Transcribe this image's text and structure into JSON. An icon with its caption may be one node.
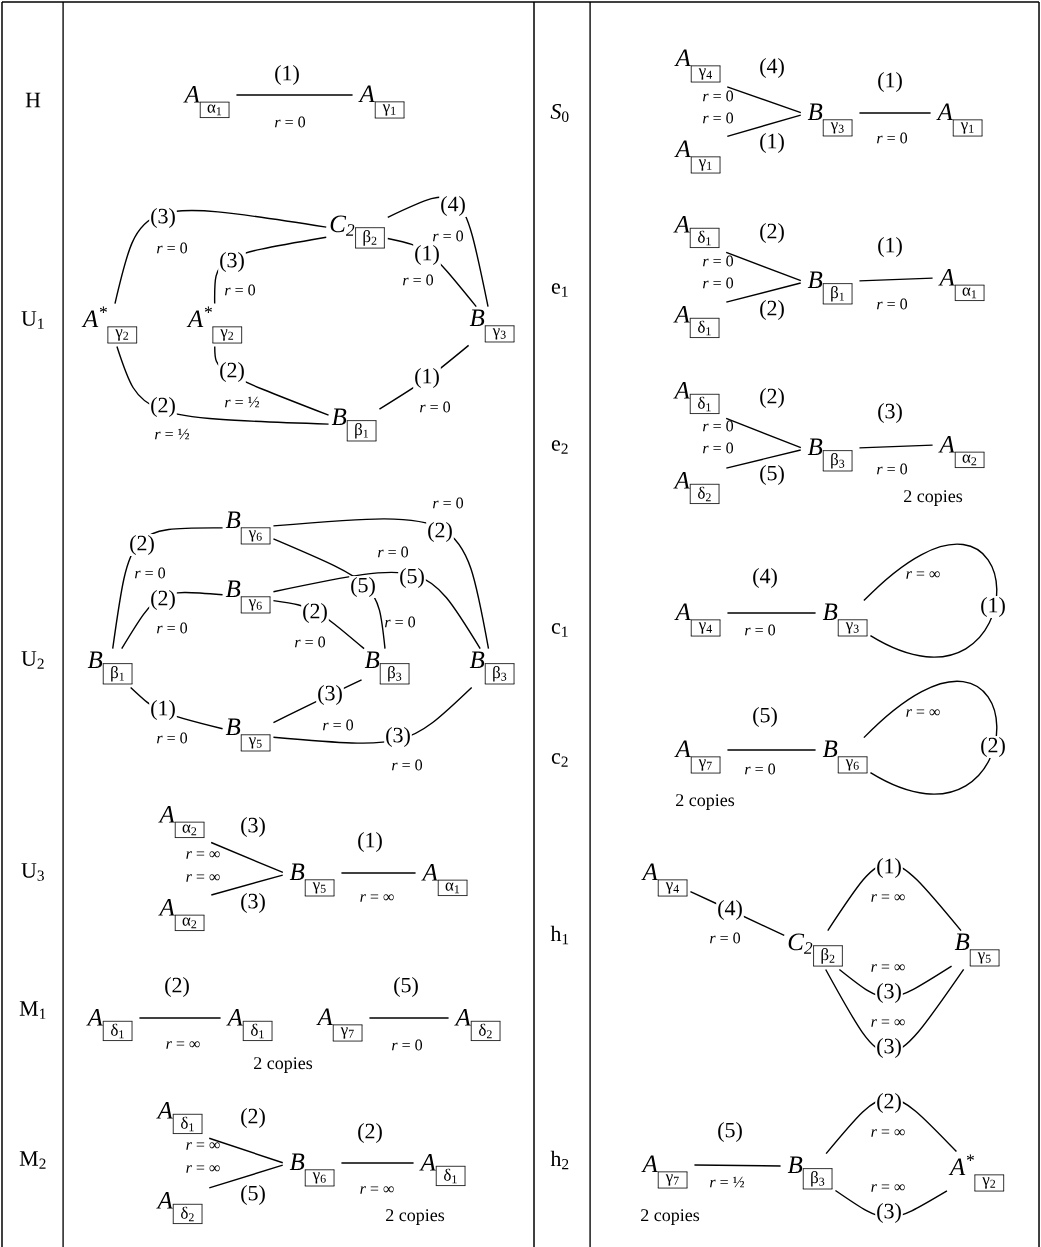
{
  "diagram": {
    "nodes": [
      {
        "text": [
          "A",
          "α$_{1}$"
        ]
      },
      {
        "text": [
          "A",
          "γ$_{1}$"
        ]
      },
      {
        "text": [
          "A$^{*}$",
          "γ$_{2}$"
        ]
      },
      {
        "text": [
          "A$^{*}$",
          "γ$_{2}$"
        ]
      },
      {
        "text": [
          "C$_{2}$",
          "β$_{2}$"
        ]
      },
      {
        "text": [
          "B",
          "γ$_{3}$"
        ]
      },
      {
        "text": [
          "B",
          "β$_{1}$"
        ]
      },
      {
        "text": [
          "B",
          "γ$_{6}$"
        ]
      },
      {
        "text": [
          "B",
          "γ$_{6}$"
        ]
      },
      {
        "text": [
          "B",
          "β$_{1}$"
        ]
      },
      {
        "text": [
          "B",
          "β$_{3}$"
        ]
      },
      {
        "text": [
          "B",
          "β$_{3}$"
        ]
      },
      {
        "text": [
          "B",
          "γ$_{5}$"
        ]
      },
      {
        "text": [
          "A",
          "α$_{2}$"
        ]
      },
      {
        "text": [
          "A",
          "α$_{2}$"
        ]
      },
      {
        "text": [
          "B",
          "γ$_{5}$"
        ]
      },
      {
        "text": [
          "A",
          "α$_{1}$"
        ]
      },
      {
        "text": [
          "A",
          "δ$_{1}$"
        ]
      },
      {
        "text": [
          "A",
          "δ$_{1}$"
        ]
      },
      {
        "text": [
          "A",
          "γ$_{7}$"
        ]
      },
      {
        "text": [
          "A",
          "δ$_{2}$"
        ]
      },
      {
        "text": [
          "A",
          "δ$_{1}$"
        ]
      },
      {
        "text": [
          "A",
          "δ$_{2}$"
        ]
      },
      {
        "text": [
          "B",
          "γ$_{6}$"
        ]
      },
      {
        "text": [
          "A",
          "δ$_{1}$"
        ]
      },
      {
        "text": [
          "A",
          "γ$_{4}$"
        ]
      },
      {
        "text": [
          "A",
          "γ$_{1}$"
        ]
      },
      {
        "text": [
          "B",
          "γ$_{3}$"
        ]
      },
      {
        "text": [
          "A",
          "γ$_{1}$"
        ]
      },
      {
        "text": [
          "A",
          "δ$_{1}$"
        ]
      },
      {
        "text": [
          "A",
          "δ$_{1}$"
        ]
      },
      {
        "text": [
          "B",
          "β$_{1}$"
        ]
      },
      {
        "text": [
          "A",
          "α$_{1}$"
        ]
      },
      {
        "text": [
          "A",
          "δ$_{1}$"
        ]
      },
      {
        "text": [
          "A",
          "δ$_{2}$"
        ]
      },
      {
        "text": [
          "B",
          "β$_{3}$"
        ]
      },
      {
        "text": [
          "A",
          "α$_{2}$"
        ]
      },
      {
        "text": [
          "A",
          "γ$_{4}$"
        ]
      },
      {
        "text": [
          "B",
          "γ$_{3}$"
        ]
      },
      {
        "text": [
          "A",
          "γ$_{7}$"
        ]
      },
      {
        "text": [
          "B",
          "γ$_{6}$"
        ]
      },
      {
        "text": [
          "A",
          "γ$_{4}$"
        ]
      },
      {
        "text": [
          "C$_{2}$",
          "β$_{2}$"
        ]
      },
      {
        "text": [
          "B",
          "γ$_{5}$"
        ]
      },
      {
        "text": [
          "A",
          "γ$_{7}$"
        ]
      },
      {
        "text": [
          "B",
          "β$_{3}$"
        ]
      },
      {
        "text": [
          "A$^{*}$",
          "γ$_{2}$"
        ]
      }
    ],
    "edges": [
      {
        "from": 0,
        "to": 1,
        "arrow": "none",
        "label": "(1)"
      },
      {
        "from": 2,
        "to": 4,
        "arrow": "none",
        "label": "(3)"
      },
      {
        "from": 3,
        "to": 4,
        "arrow": "none",
        "label": "(3)"
      },
      {
        "from": 4,
        "to": 5,
        "arrow": "none",
        "label": "(4)"
      },
      {
        "from": 4,
        "to": 5,
        "arrow": "none",
        "label": "(1)"
      },
      {
        "from": 2,
        "to": 6,
        "arrow": "none",
        "label": "(2)"
      },
      {
        "from": 3,
        "to": 6,
        "arrow": "none",
        "label": "(2)"
      },
      {
        "from": 6,
        "to": 5,
        "arrow": "none",
        "label": "(1)"
      },
      {
        "from": 9,
        "to": 7,
        "arrow": "none",
        "label": "(2)"
      },
      {
        "from": 9,
        "to": 8,
        "arrow": "none",
        "label": "(2)"
      },
      {
        "from": 7,
        "to": 11,
        "arrow": "none",
        "label": "(2)"
      },
      {
        "from": 7,
        "to": 10,
        "arrow": "none",
        "label": "(5)"
      },
      {
        "from": 8,
        "to": 11,
        "arrow": "none",
        "label": "(5)"
      },
      {
        "from": 8,
        "to": 10,
        "arrow": "none",
        "label": "(2)"
      },
      {
        "from": 9,
        "to": 12,
        "arrow": "none",
        "label": "(1)"
      },
      {
        "from": 12,
        "to": 10,
        "arrow": "none",
        "label": "(3)"
      },
      {
        "from": 12,
        "to": 11,
        "arrow": "none",
        "label": "(3)"
      },
      {
        "from": 13,
        "to": 15,
        "arrow": "none",
        "label": "(3)"
      },
      {
        "from": 14,
        "to": 15,
        "arrow": "none",
        "label": "(3)"
      },
      {
        "from": 15,
        "to": 16,
        "arrow": "none",
        "label": "(1)"
      },
      {
        "from": 17,
        "to": 18,
        "arrow": "none",
        "label": "(2)"
      },
      {
        "from": 19,
        "to": 20,
        "arrow": "none",
        "label": "(5)"
      },
      {
        "from": 21,
        "to": 23,
        "arrow": "none",
        "label": "(2)"
      },
      {
        "from": 22,
        "to": 23,
        "arrow": "none",
        "label": "(5)"
      },
      {
        "from": 23,
        "to": 24,
        "arrow": "none",
        "label": "(2)"
      },
      {
        "from": 25,
        "to": 27,
        "arrow": "none",
        "label": "(4)"
      },
      {
        "from": 26,
        "to": 27,
        "arrow": "none",
        "label": "(1)"
      },
      {
        "from": 27,
        "to": 28,
        "arrow": "none",
        "label": "(1)"
      },
      {
        "from": 29,
        "to": 31,
        "arrow": "none",
        "label": "(2)"
      },
      {
        "from": 30,
        "to": 31,
        "arrow": "none",
        "label": "(2)"
      },
      {
        "from": 31,
        "to": 32,
        "arrow": "none",
        "label": "(1)"
      },
      {
        "from": 33,
        "to": 35,
        "arrow": "none",
        "label": "(2)"
      },
      {
        "from": 34,
        "to": 35,
        "arrow": "none",
        "label": "(5)"
      },
      {
        "from": 35,
        "to": 36,
        "arrow": "none",
        "label": "(3)"
      },
      {
        "from": 37,
        "to": 38,
        "arrow": "none",
        "label": "(4)"
      },
      {
        "from": 38,
        "to": 38,
        "arrow": "none",
        "label": "(1)"
      },
      {
        "from": 39,
        "to": 40,
        "arrow": "none",
        "label": "(5)"
      },
      {
        "from": 40,
        "to": 40,
        "arrow": "none",
        "label": "(2)"
      },
      {
        "from": 41,
        "to": 42,
        "arrow": "none",
        "label": "(4)"
      },
      {
        "from": 42,
        "to": 43,
        "arrow": "none",
        "label": "(1)"
      },
      {
        "from": 42,
        "to": 43,
        "arrow": "none",
        "label": "(3)"
      },
      {
        "from": 42,
        "to": 43,
        "arrow": "none",
        "label": "(3)"
      },
      {
        "from": 44,
        "to": 45,
        "arrow": "none",
        "label": "(5)"
      },
      {
        "from": 45,
        "to": 46,
        "arrow": "none",
        "label": "(2)"
      },
      {
        "from": 45,
        "to": 46,
        "arrow": "none",
        "label": "(3)"
      }
    ],
    "labels": [
      "H",
      "*r* = 0",
      "U$_{1}$",
      "*r* = 0",
      "*r* = 0",
      "*r* = 0",
      "*r* = 0",
      "*r* = ½",
      "*r* = ½",
      "*r* = 0",
      "U$_{2}$",
      "*r* = 0",
      "*r* = 0",
      "*r* = 0",
      "*r* = 0",
      "*r* = 0",
      "*r* = 0",
      "*r* = 0",
      "*r* = 0",
      "*r* = 0",
      "U$_{3}$",
      "*r* = ∞",
      "*r* = ∞",
      "*r* = ∞",
      "M$_{1}$",
      "*r* = ∞",
      "2 copies",
      "*r* = 0",
      "M$_{2}$",
      "*r* = ∞",
      "*r* = ∞",
      "*r* = ∞",
      "2 copies",
      "*S*$_{0}$",
      "*r* = 0",
      "*r* = 0",
      "*r* = 0",
      "e$_{1}$",
      "*r* = 0",
      "*r* = 0",
      "*r* = 0",
      "e$_{2}$",
      "*r* = 0",
      "*r* = 0",
      "*r* = 0",
      "2 copies",
      "c$_{1}$",
      "*r* = 0",
      "*r* = ∞",
      "c$_{2}$",
      "*r* = 0",
      "*r* = ∞",
      "2 copies",
      "h$_{1}$",
      "*r* = 0",
      "*r* = ∞",
      "*r* = ∞",
      "*r* = ∞",
      "h$_{2}$",
      "*r* = ½",
      "*r* = ∞",
      "*r* = ∞",
      "2 copies"
    ]
  }
}
